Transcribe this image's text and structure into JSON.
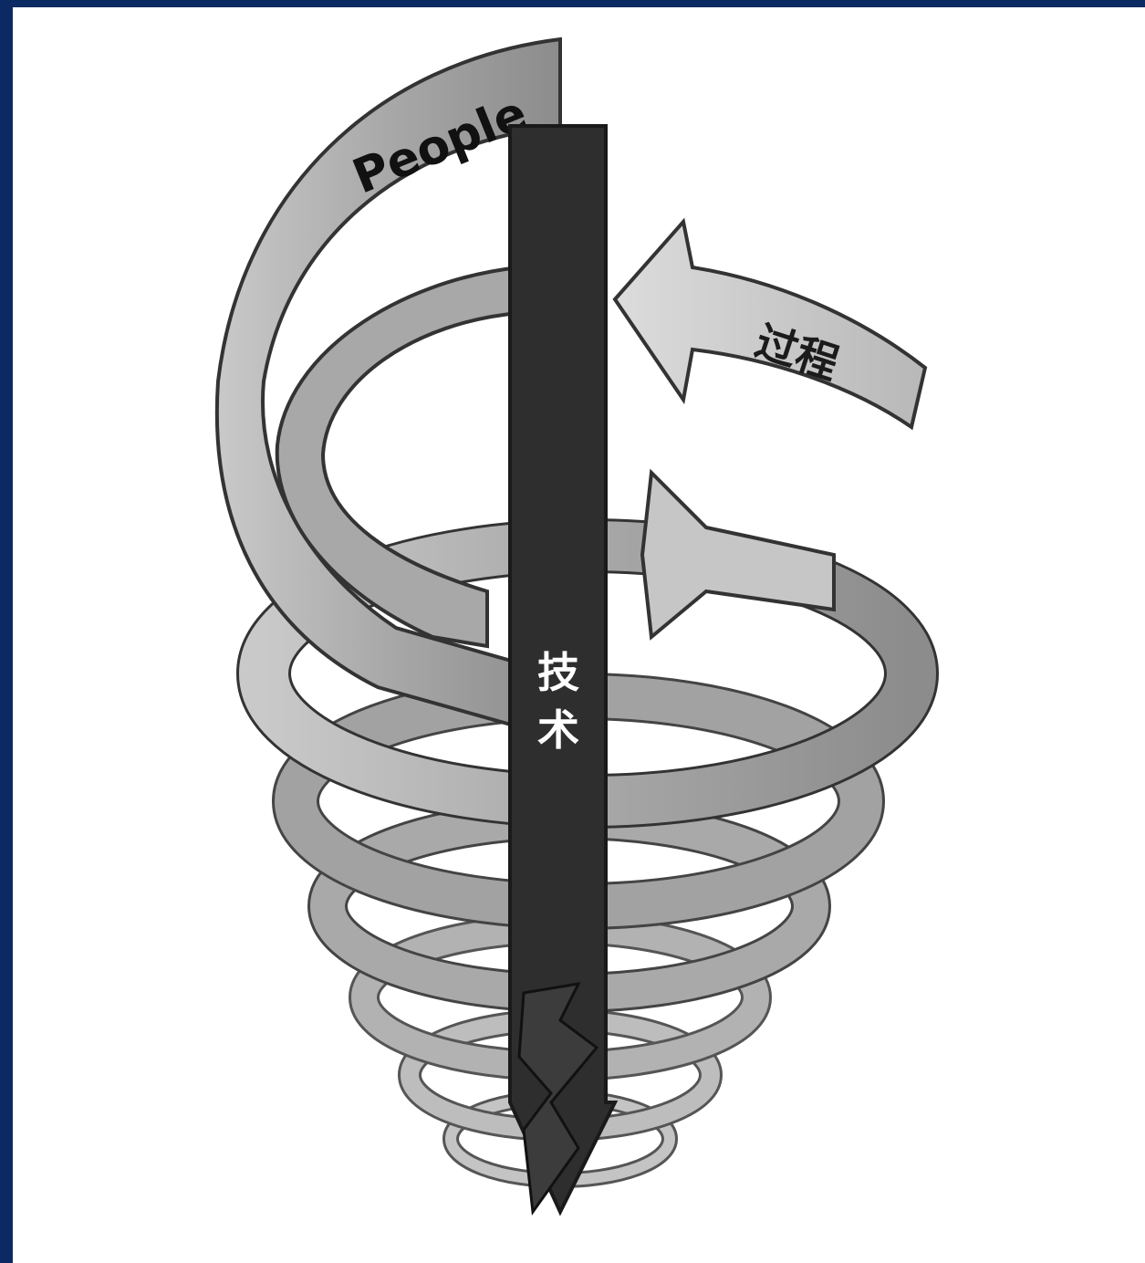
{
  "diagram": {
    "labels": {
      "people": "People",
      "process": "过程",
      "technology": "技术"
    },
    "colors": {
      "frame": "#0b2a63",
      "background": "#ffffff",
      "people_ribbon": "#9a9a9a",
      "process_ribbon": "#c8c8c8",
      "technology_bar": "#2e2e2e",
      "outline": "#333333"
    }
  }
}
